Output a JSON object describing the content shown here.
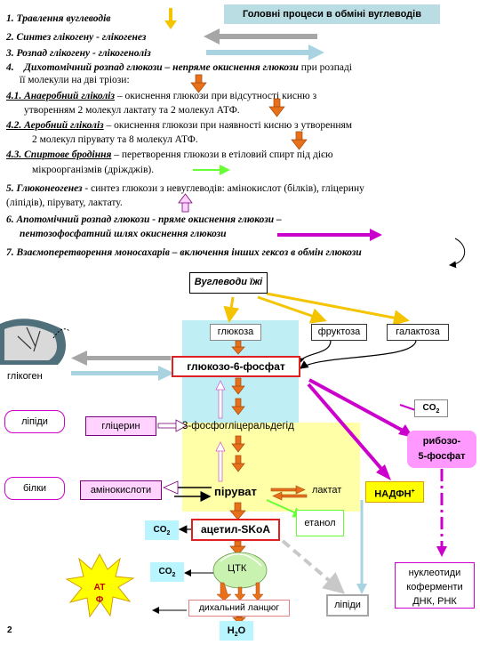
{
  "header": {
    "title": "Головні процеси в обміні вуглеводів"
  },
  "lines": {
    "l1": "1. Травлення  вуглеводів",
    "l2": "2. Синтез глікогену - глікогенез",
    "l3": "3. Розпад глікогену - глікогеноліз",
    "l4a_num": "4.",
    "l4a_main": "Дихотомічний розпад глюкози – непряме окиснення глюкози",
    "l4a_tail": " при розпаді",
    "l4b": "її молекули на дві тріози:",
    "l41_head": "4.1. Анаеробний гліколіз",
    "l41_tail": " – окиснення глюкози при відсутності кисню  з",
    "l41b": "утворенням 2 молекул лактату та  2  молекул АТФ.",
    "l42_head": "4.2. Аеробний гліколіз",
    "l42_tail": " – окиснення  глюкози при наявності кисню з утворенням",
    "l42b": "2  молекул пірувату  та  8  молекул АТФ.",
    "l43_head": "4.3.  Спиртове  бродіння",
    "l43_tail": " –  перетворення    глюкози   в  етіловий  спирт  під  дією",
    "l43b": "мікроорганізмів (дріжджів).",
    "l5_head": "5. Глюконеогенез",
    "l5_tail": " - синтез глюкози з невуглеводів: амінокислот (білків), гліцерину",
    "l5b": "(ліпідів), пірувату, лактату.",
    "l6a": "6. Апотомічний розпад глюкози - пряме окиснення глюкози –",
    "l6b": "пентозофосфатний шлях окиснення глюкози",
    "l7": "7. Взаємоперетворення моносахарів – включення інших гексоз в обмін глюкози"
  },
  "diagram": {
    "food_carbs": "Вуглеводи їжі",
    "glucose": "глюкоза",
    "fructose": "фруктоза",
    "galactose": "галактоза",
    "glycogen": "глікоген",
    "g6p": "глюкозо-6-фосфат",
    "co2_a": "CO",
    "co2_sub": "2",
    "lipids_a": "ліпіди",
    "glycerol": "гліцерин",
    "g3p": "3-фосфогліцеральдегід",
    "ribose": "рибозо-\n5-фосфат",
    "ribose_l1": "рибозо-",
    "ribose_l2": "5-фосфат",
    "proteins": "білки",
    "amino": "амінокислоти",
    "pyruvate": "піруват",
    "lactate": "лактат",
    "nadph": "НАДФН",
    "nadph_sup": "+",
    "ethanol": "етанол",
    "acetyl": "ацетил-SKoA",
    "co2_b": "CO",
    "co2_c": "CO",
    "tca": "ЦТК",
    "atp_l1": "АТ",
    "atp_l2": "Ф",
    "resp_chain": "дихальний ланцюг",
    "lipids_b": "ліпіди",
    "nucleotides_l1": "нуклеотиди",
    "nucleotides_l2": "коферменти",
    "nucleotides_l3": "ДНК, РНК",
    "water": "H",
    "water_sub": "2",
    "water_o": "O"
  },
  "page_number": "2",
  "colors": {
    "title_bg": "#b9dde3",
    "glucose_zone": "#bfeff5",
    "triose_zone": "#ffffa8",
    "orange_arrow": "#e8701a",
    "magenta": "#cc00cc",
    "yellow_arrow": "#f5c400",
    "green_arrow": "#66ff33",
    "light_blue_arrow": "#a9d3e0",
    "gray_arrow": "#a6a6a6",
    "pink_box": "#ff99ff"
  }
}
